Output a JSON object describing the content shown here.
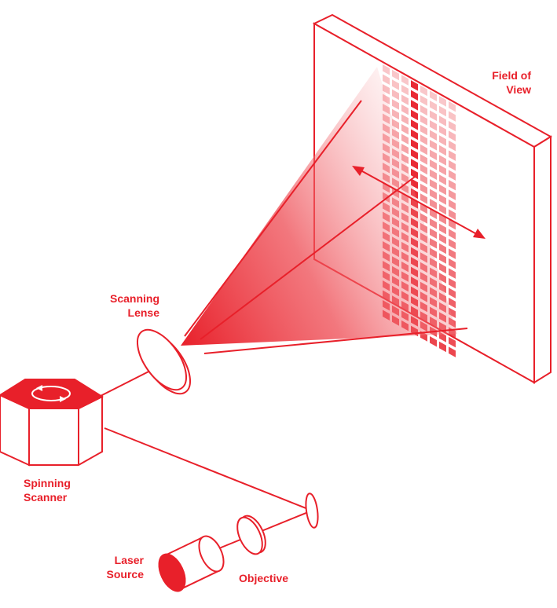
{
  "diagram": {
    "title": "Laser scanning optics diagram",
    "accent_color": "#e8202a",
    "light_accent": "#f7a3a7",
    "labels": {
      "field_of_view": [
        "Field of",
        "View"
      ],
      "scanning_lense": [
        "Scanning",
        "Lense"
      ],
      "spinning_scanner": [
        "Spinning",
        "Scanner"
      ],
      "laser_source": [
        "Laser",
        "Source"
      ],
      "objective": "Objective"
    },
    "components": [
      {
        "name": "laser-source",
        "icon": "cylinder-icon"
      },
      {
        "name": "objective",
        "icon": "lens-icon"
      },
      {
        "name": "mirror",
        "icon": "mirror-icon"
      },
      {
        "name": "spinning-scanner",
        "icon": "hexagonal-prism-icon"
      },
      {
        "name": "scanning-lense",
        "icon": "lens-icon"
      },
      {
        "name": "field-of-view",
        "icon": "screen-panel-icon"
      }
    ]
  }
}
